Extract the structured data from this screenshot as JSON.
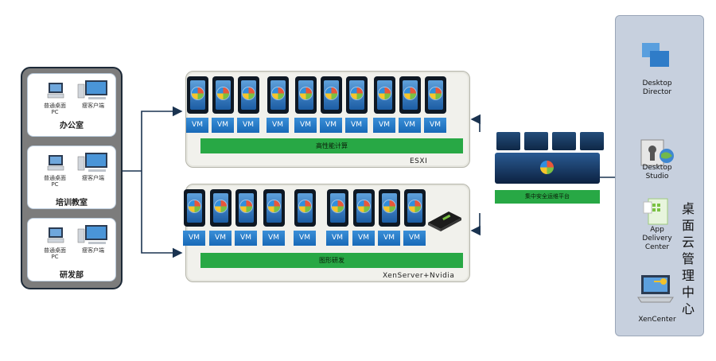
{
  "sites": [
    {
      "pc_label": "普通桌面\nPC",
      "thin_label": "瘦客户端",
      "name": "办公室"
    },
    {
      "pc_label": "普通桌面\nPC",
      "thin_label": "瘦客户端",
      "name": "培训教室"
    },
    {
      "pc_label": "普通桌面\nPC",
      "thin_label": "瘦客户端",
      "name": "研发部"
    }
  ],
  "racks": [
    {
      "name": "ESXI",
      "bar_label": "高性能计算",
      "vm_label": "VM",
      "vm_count": 10
    },
    {
      "name": "XenServer+Nvidia",
      "bar_label": "图形研发",
      "vm_label": "VM",
      "vm_count": 9
    }
  ],
  "security_platform": {
    "label": "集中安全运维平台"
  },
  "management": {
    "title": "桌面云管理中心",
    "tools": [
      {
        "name": "Desktop\nDirector",
        "icon": "desktop-director-icon"
      },
      {
        "name": "Desktop\nStudio",
        "icon": "desktop-studio-icon"
      },
      {
        "name": "App\nDelivery\nCenter",
        "icon": "app-delivery-center-icon"
      },
      {
        "name": "XenCenter",
        "icon": "xencenter-icon"
      }
    ]
  },
  "colors": {
    "vm_blue": "#1869b7",
    "bar_green": "#28a845",
    "panel_gray": "#7c7c7c",
    "mgmt_bg": "#c7d0de",
    "arrow": "#1a3350"
  }
}
